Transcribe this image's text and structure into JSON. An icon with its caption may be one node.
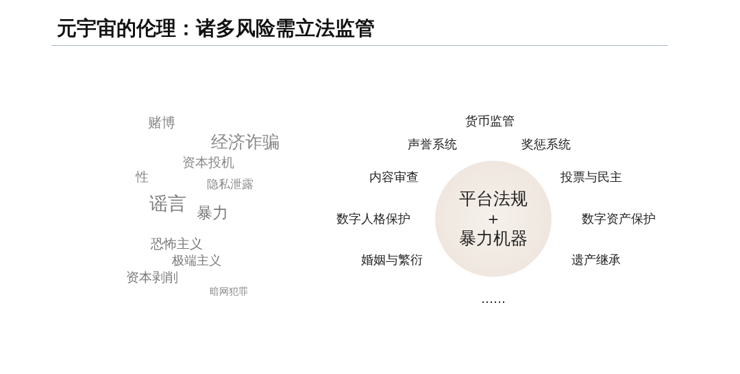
{
  "diagram": {
    "title": "元宇宙的伦理：诸多风险需立法监管",
    "nodes": [
      {
        "text": [
          "平台法规",
          "+",
          "暴力机器"
        ]
      }
    ],
    "labels": [
      "赌博",
      "经济诈骗",
      "资本投机",
      "性",
      "隐私泄露",
      "谣言",
      "暴力",
      "恐怖主义",
      "极端主义",
      "资本剥削",
      "暗网犯罪",
      "货币监管",
      "声誉系统",
      "奖惩系统",
      "内容审查",
      "投票与民主",
      "数字人格保护",
      "数字资产保护",
      "婚姻与繁衍",
      "遗产继承",
      "……"
    ]
  }
}
